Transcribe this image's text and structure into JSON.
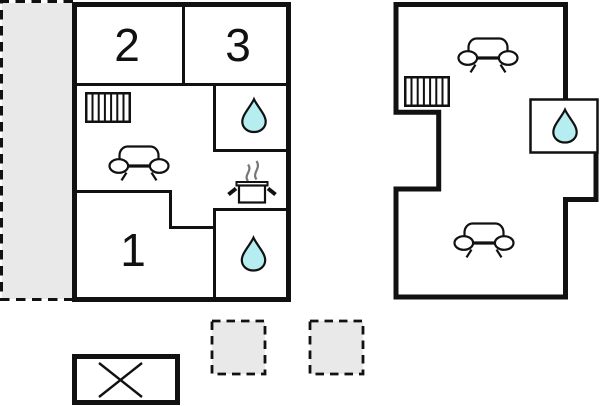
{
  "title": "holiday-home-floor-plan",
  "colors": {
    "wall": "#111111",
    "water_fill": "#b6edf1",
    "area_fill": "#e9e9e9",
    "steam": "#777777",
    "floor_fill": "#ffffff"
  },
  "rooms": {
    "room1": {
      "label": "1"
    },
    "room2": {
      "label": "2"
    },
    "room3": {
      "label": "3"
    }
  },
  "icons": {
    "radiator": "radiator-icon",
    "sofa": "sofa-icon",
    "water_drop": "water-drop-icon",
    "stove": "stove-pot-icon",
    "steam": "steam-icon",
    "x_box": "x-marked-box-icon",
    "terrace": "terrace-area",
    "plot": "dashed-plot-area"
  }
}
